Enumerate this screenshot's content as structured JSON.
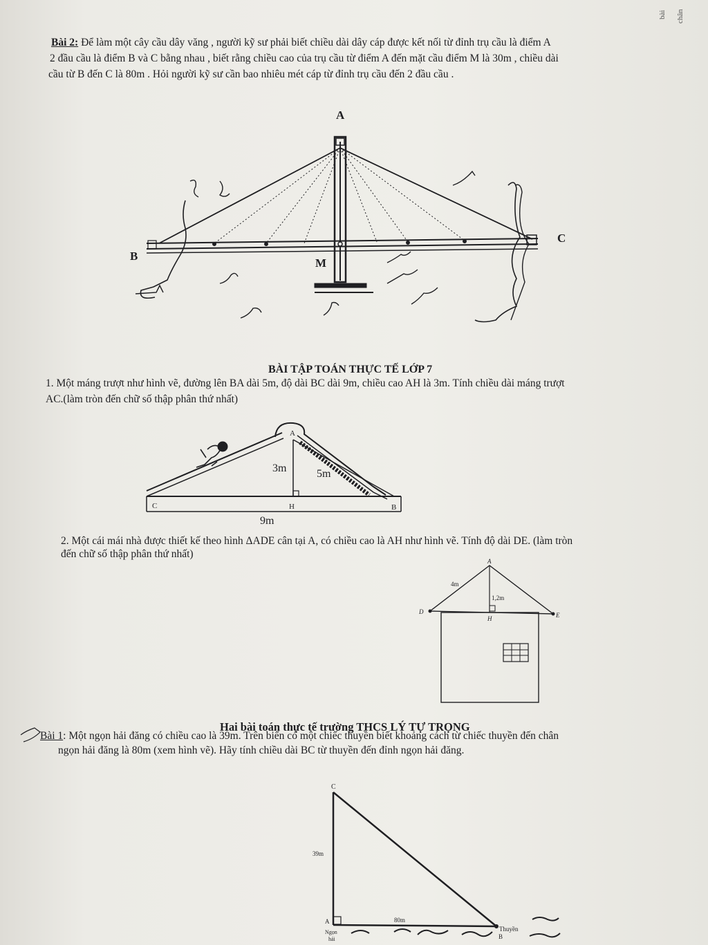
{
  "side_tab": [
    "bài",
    "chân"
  ],
  "bai2": {
    "label": "Bài 2:",
    "line1": "Để làm một cây cầu dây văng , người kỹ sư phải biết chiều dài dây cáp được kết nối từ đỉnh trụ cầu là điểm A",
    "line2": "2 đầu cầu là điểm B và C bằng nhau , biết rằng chiều cao của trụ cầu từ điểm A đến mặt cầu  điểm M là 30m , chiều dài",
    "line3": "cầu từ B đến C là 80m . Hỏi người kỹ sư cần bao nhiêu mét cáp từ đỉnh trụ cầu đến 2 đầu cầu .",
    "fig": {
      "A": "A",
      "B": "B",
      "C": "C",
      "M": "M"
    }
  },
  "section_title": "BÀI TẬP TOÁN THỰC TẾ LỚP 7",
  "q1": {
    "line1": "1. Một máng trượt như hình vẽ, đường lên BA dài 5m, độ dài BC dài 9m, chiều cao AH là 3m. Tính chiều dài máng trượt",
    "line2": "AC.(làm tròn đến chữ số thập phân thứ nhất)",
    "fig": {
      "A": "A",
      "C": "C",
      "H": "H",
      "B": "B",
      "height": "3m",
      "slope": "5m",
      "base": "9m"
    }
  },
  "q2": {
    "line1": "2. Một cái mái nhà được thiết kế theo hình ΔADE cân tại A, có chiều cao là AH như hình vẽ. Tính độ dài DE. (làm tròn",
    "line2": "đến chữ số thập phân thứ nhất)",
    "fig": {
      "A": "A",
      "D": "D",
      "E": "E",
      "H": "H",
      "side": "4m",
      "height": "1,2m"
    }
  },
  "ly_tu_trong": {
    "title": "Hai bài toán thực tế trường THCS LÝ TỰ TRỌNG",
    "label": "Bài 1",
    "line1": ": Một ngọn hải đăng có chiều cao là 39m. Trên  biển có một chiếc thuyền biết khoảng cách từ chiếc thuyền đến chân",
    "line2": "ngọn hải  đăng là 80m (xem hình vẽ). Hãy tính chiều dài BC từ thuyền đến đỉnh ngọn hải đăng.",
    "fig": {
      "C": "C",
      "A": "A",
      "B": "B",
      "height": "39m",
      "distance": "80m",
      "boat": "Thuyền",
      "lighthouse_1": "Ngọn",
      "lighthouse_2": "hải"
    }
  }
}
